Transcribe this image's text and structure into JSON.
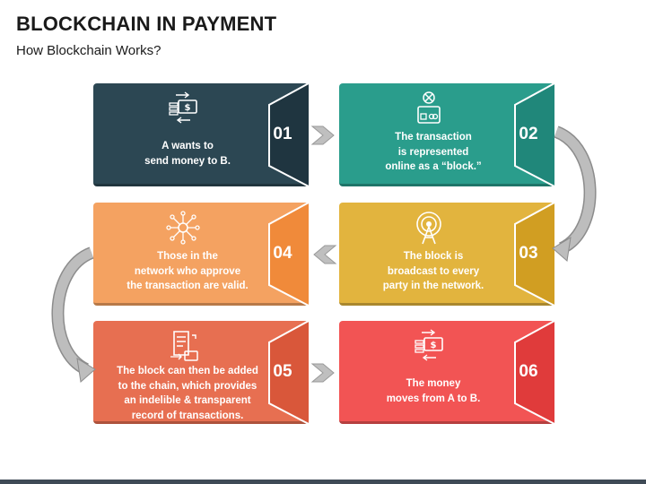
{
  "title": "BLOCKCHAIN IN PAYMENT",
  "subtitle": "How Blockchain Works?",
  "steps": [
    {
      "number": "01",
      "text": "A wants to\nsend money to B.",
      "color": "#2c4753",
      "icon": "money-transfer-icon"
    },
    {
      "number": "02",
      "text": "The transaction\nis represented\nonline as a “block.”",
      "color": "#2a9d8c",
      "icon": "credit-card-icon"
    },
    {
      "number": "03",
      "text": "The block is\nbroadcast to every\nparty in the network.",
      "color": "#e2b43e",
      "icon": "broadcast-tower-icon"
    },
    {
      "number": "04",
      "text": "Those in the\nnetwork who approve\nthe transaction are valid.",
      "color": "#f4a261",
      "icon": "network-nodes-icon"
    },
    {
      "number": "05",
      "text": "The block can then be added\nto the chain, which provides\nan indelible & transparent\nrecord of transactions.",
      "color": "#e76f51",
      "icon": "document-chain-icon"
    },
    {
      "number": "06",
      "text": "The money\nmoves from A to B.",
      "color": "#f25454",
      "icon": "money-transfer-icon"
    }
  ]
}
